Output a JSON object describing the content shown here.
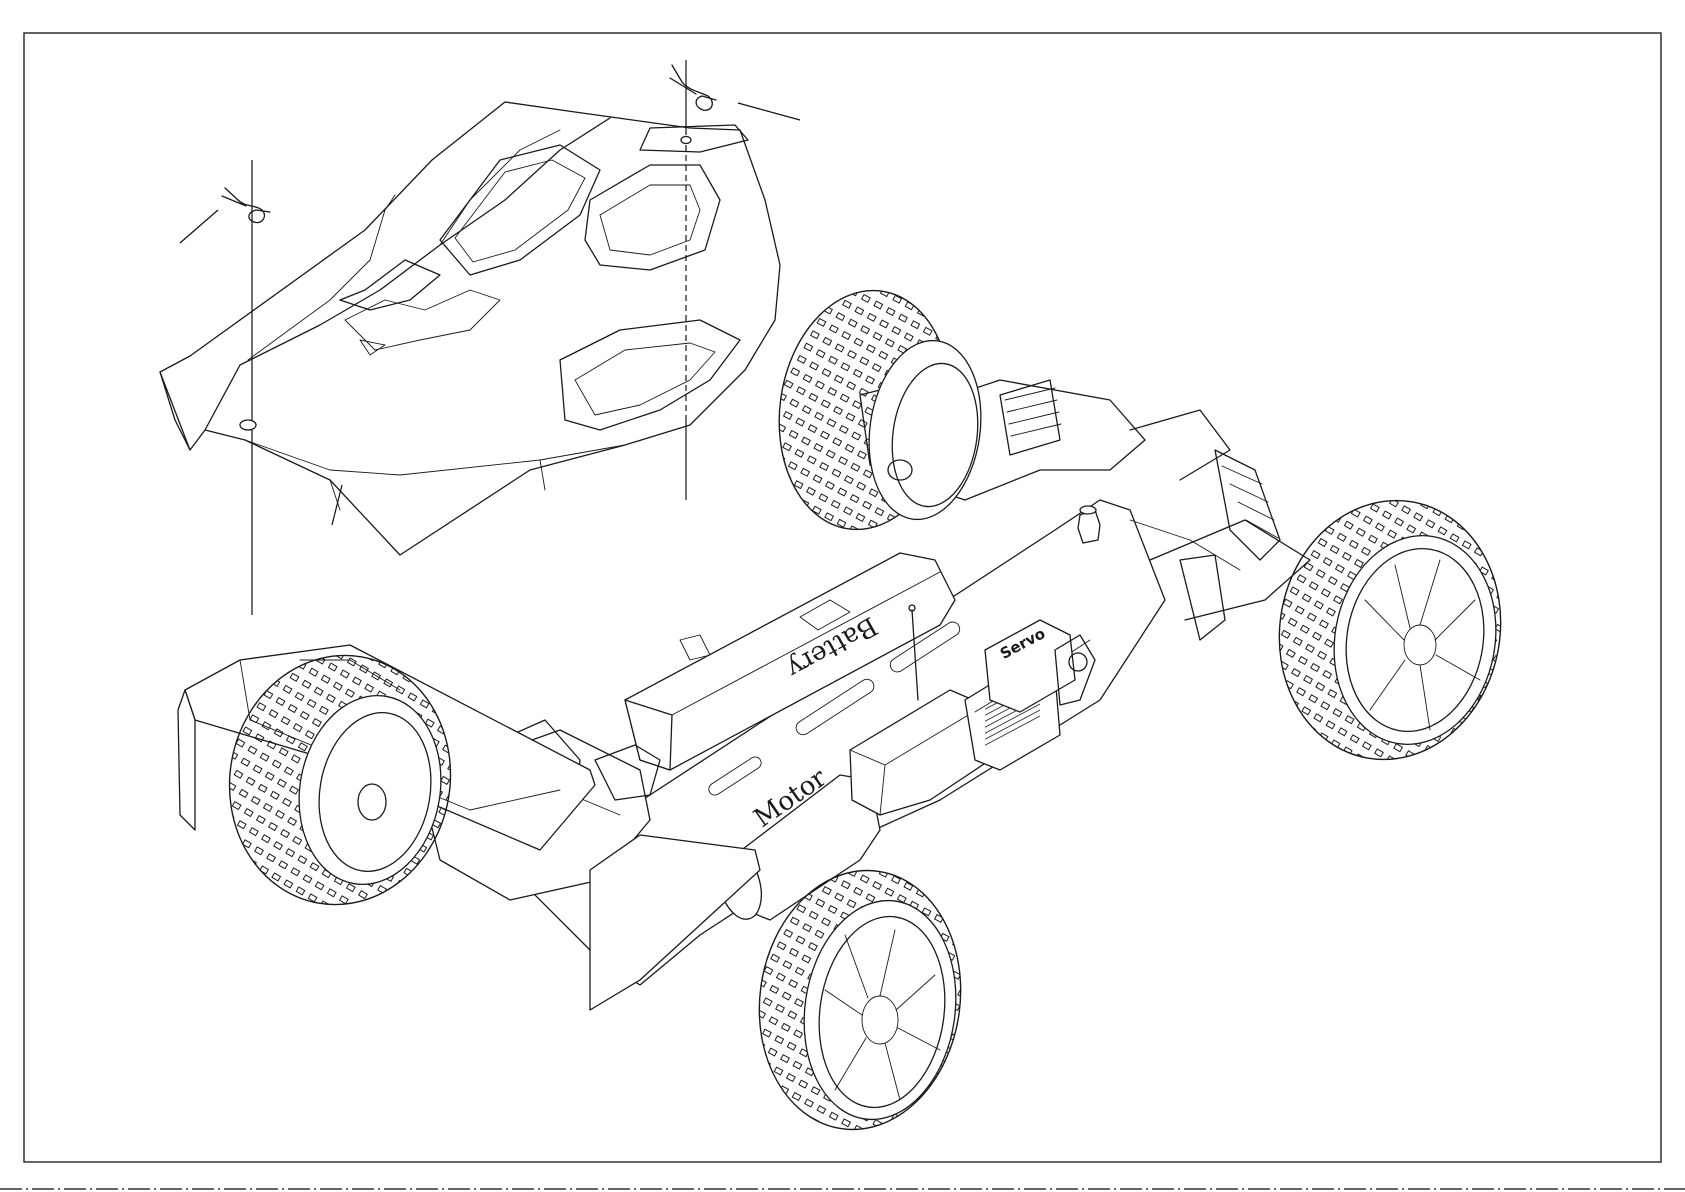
{
  "labels": {
    "battery": "Battery",
    "motor": "Motor",
    "servo": "Servo"
  },
  "icons": {
    "body_clip": "r-clip-icon",
    "body_post": "body-post-icon",
    "wheel": "wheel-icon"
  },
  "colors": {
    "line": "#1a1a1a",
    "background": "#ffffff"
  }
}
